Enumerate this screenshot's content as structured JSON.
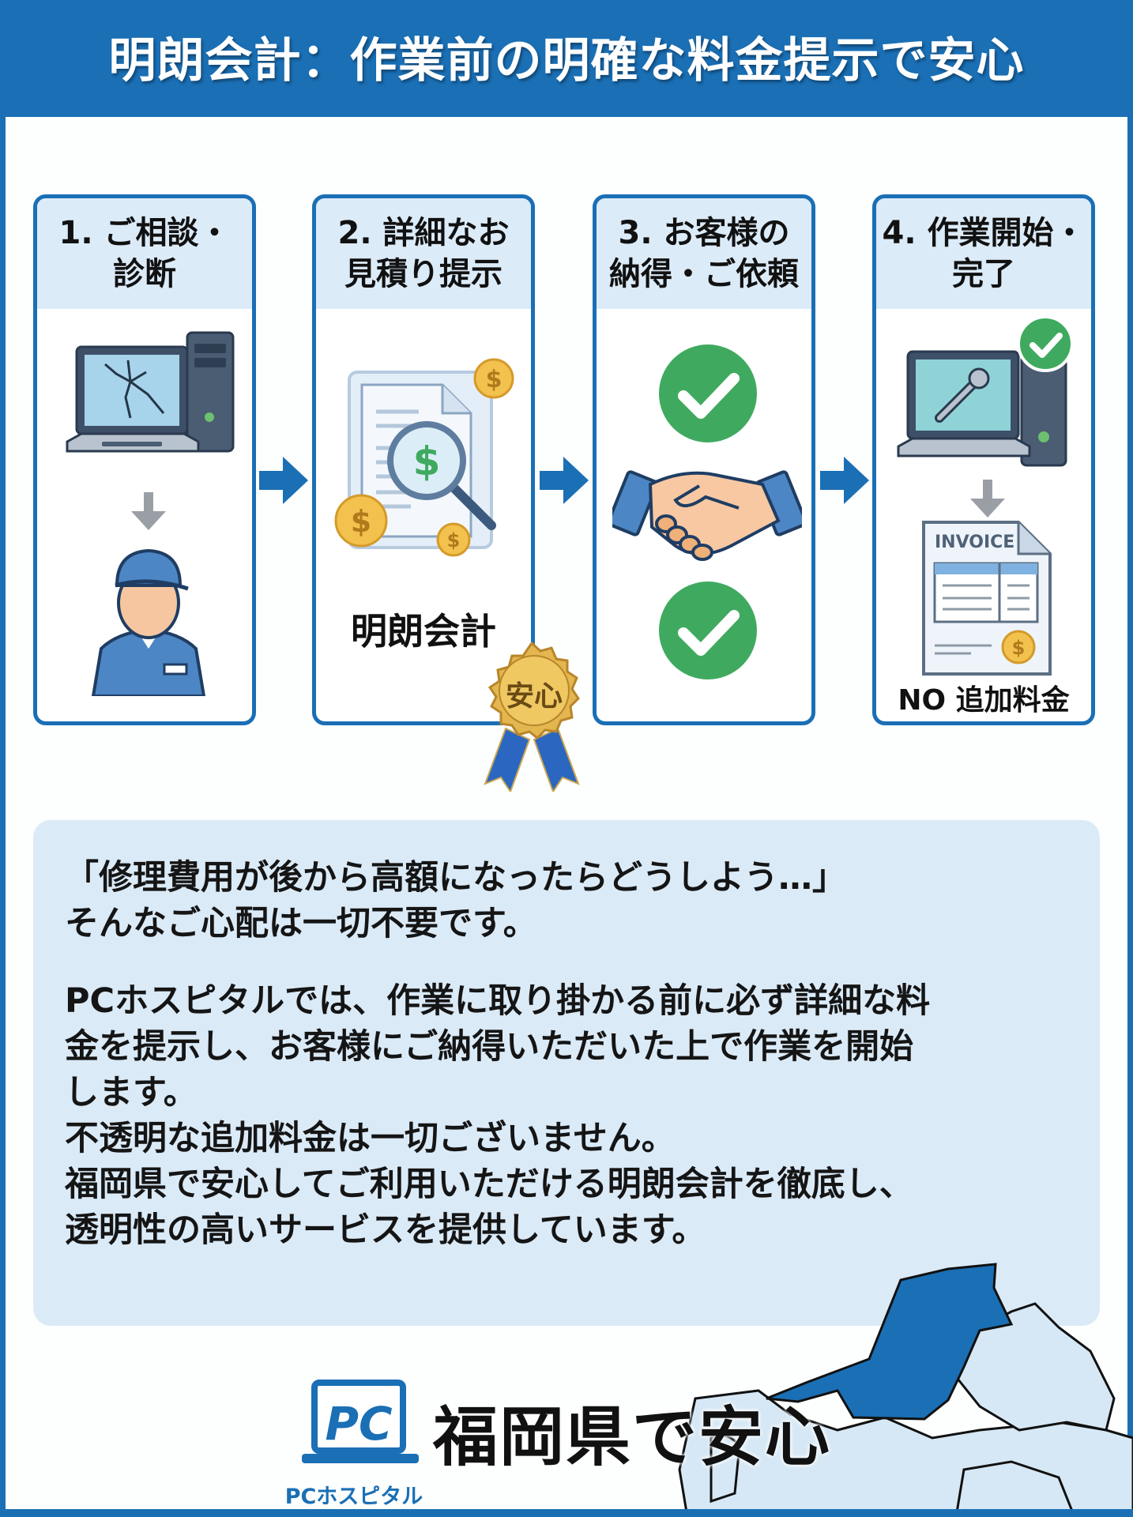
{
  "title": "明朗会計：作業前の明確な料金提示で安心",
  "steps": [
    {
      "label": "1. ご相談・\n診断",
      "icons": [
        "broken-pc-icon",
        "down-arrow-icon",
        "technician-icon"
      ]
    },
    {
      "label": "2. 詳細なお\n見積り提示",
      "icons": [
        "estimate-document-icon",
        "magnifier-dollar-icon",
        "coin-icon"
      ],
      "caption": "明朗会計"
    },
    {
      "label": "3. お客様の\n納得・ご依頼",
      "icons": [
        "check-icon",
        "handshake-icon",
        "check-icon"
      ]
    },
    {
      "label": "4. 作業開始・\n完了",
      "icons": [
        "repair-pc-icon",
        "check-icon",
        "down-arrow-icon",
        "invoice-icon"
      ],
      "caption": "NO 追加料金",
      "invoice_label": "INVOICE"
    }
  ],
  "badge": {
    "text": "安心"
  },
  "description": {
    "lead_lines": [
      "「修理費用が後から高額になったらどうしよう…」",
      "そんなご心配は一切不要です。"
    ],
    "body_lines": [
      "PCホスピタルでは、作業に取り掛かる前に必ず詳細な料",
      "金を提示し、お客様にご納得いただいた上で作業を開始",
      "します。",
      "不透明な追加料金は一切ございません。",
      "福岡県で安心してご利用いただける明朗会計を徹底し、",
      "透明性の高いサービスを提供しています。"
    ]
  },
  "footer": {
    "logo_mark": "PC",
    "logo_name": "PCホスピタル",
    "slogan": "福岡県で安心",
    "map_highlight": "福岡県"
  },
  "colors": {
    "brand_blue": "#1a6fb5",
    "panel_blue": "#dbeaf7",
    "check_green": "#3faa5f",
    "coin_gold": "#f2c14e"
  }
}
